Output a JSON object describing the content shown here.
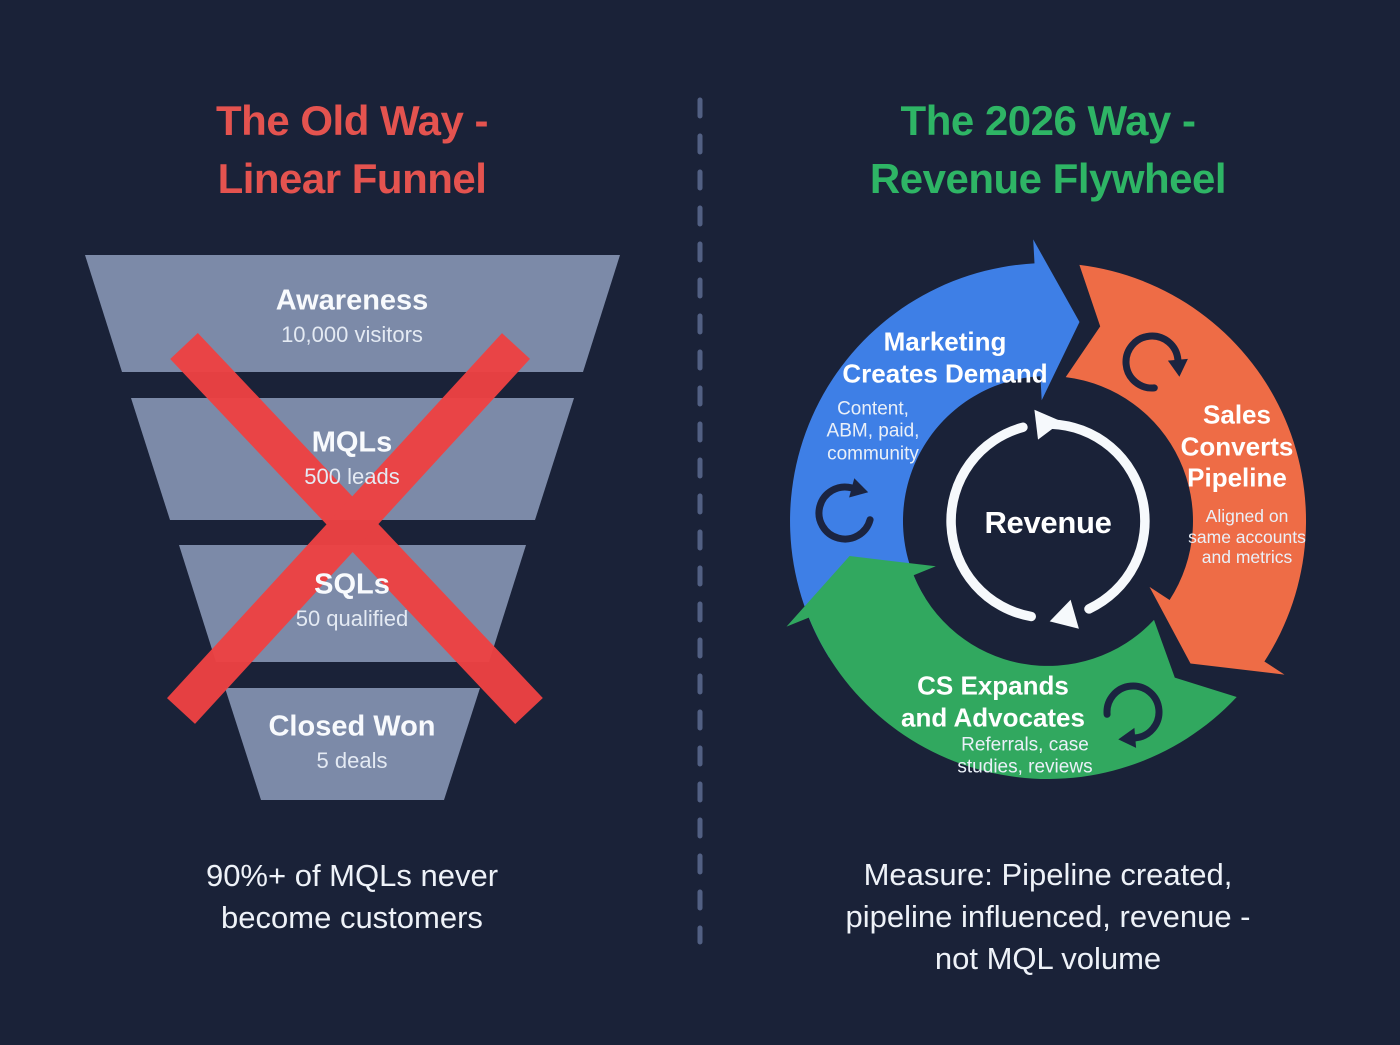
{
  "background_color": "#1a2238",
  "divider_color": "#5c6b91",
  "left_panel": {
    "title": "The Old Way -\nLinear Funnel",
    "title_color": "#e4534f",
    "funnel_color": "#8290ae",
    "cross_color": "#ee4243",
    "stages": [
      {
        "label": "Awareness",
        "value": "10,000 visitors"
      },
      {
        "label": "MQLs",
        "value": "500 leads"
      },
      {
        "label": "SQLs",
        "value": "50 qualified"
      },
      {
        "label": "Closed Won",
        "value": "5 deals"
      }
    ],
    "caption": "90%+ of MQLs never\nbecome customers"
  },
  "right_panel": {
    "title": "The 2026 Way -\nRevenue Flywheel",
    "title_color": "#2eb565",
    "center_label": "Revenue",
    "center_loop_color": "#f6f9fc",
    "icon_color": "#1b2440",
    "segments": [
      {
        "name": "Marketing Creates Demand",
        "label": "Marketing\nCreates Demand",
        "sublabel": "Content,\nABM, paid,\ncommunity",
        "color": "#3e7fe6",
        "icon": "cycle-arrow-icon"
      },
      {
        "name": "Sales Converts Pipeline",
        "label": "Sales\nConverts\nPipeline",
        "sublabel": "Aligned on\nsame accounts\nand metrics",
        "color": "#ee6c46",
        "icon": "cycle-arrow-icon"
      },
      {
        "name": "CS Expands and Advocates",
        "label": "CS Expands\nand Advocates",
        "sublabel": "Referrals, case\nstudies, reviews",
        "color": "#31a85f",
        "icon": "cycle-arrow-icon"
      }
    ],
    "caption": "Measure: Pipeline created,\npipeline influenced, revenue -\nnot MQL volume"
  }
}
